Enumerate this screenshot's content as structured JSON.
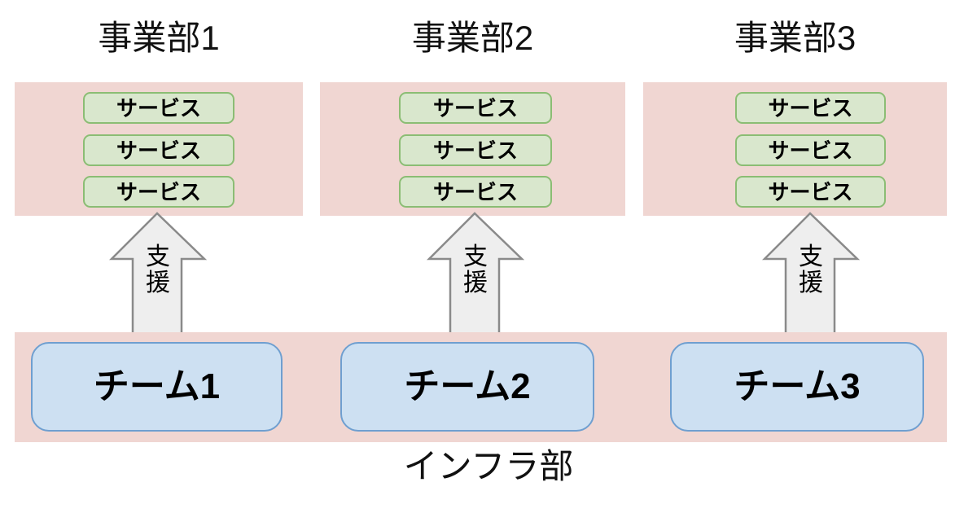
{
  "diagram": {
    "title_text": "",
    "colors": {
      "band_pink": "#f0d6d2",
      "service_fill": "#d9e7cd",
      "service_border": "#8bbd74",
      "team_fill": "#cde0f2",
      "team_border": "#6f9fd0",
      "arrow_fill": "#eeeeee",
      "arrow_border": "#8a8a8a",
      "text": "#111111",
      "background": "#ffffff"
    },
    "columns": [
      {
        "title": "事業部1",
        "services": [
          "サービス",
          "サービス",
          "サービス"
        ],
        "arrow_label": "支援",
        "arrow_label_chars": [
          "支",
          "援"
        ],
        "team": "チーム1"
      },
      {
        "title": "事業部2",
        "services": [
          "サービス",
          "サービス",
          "サービス"
        ],
        "arrow_label": "支援",
        "arrow_label_chars": [
          "支",
          "援"
        ],
        "team": "チーム2"
      },
      {
        "title": "事業部3",
        "services": [
          "サービス",
          "サービス",
          "サービス"
        ],
        "arrow_label": "支援",
        "arrow_label_chars": [
          "支",
          "援"
        ],
        "team": "チーム3"
      }
    ],
    "infra_caption": "インフラ部"
  }
}
